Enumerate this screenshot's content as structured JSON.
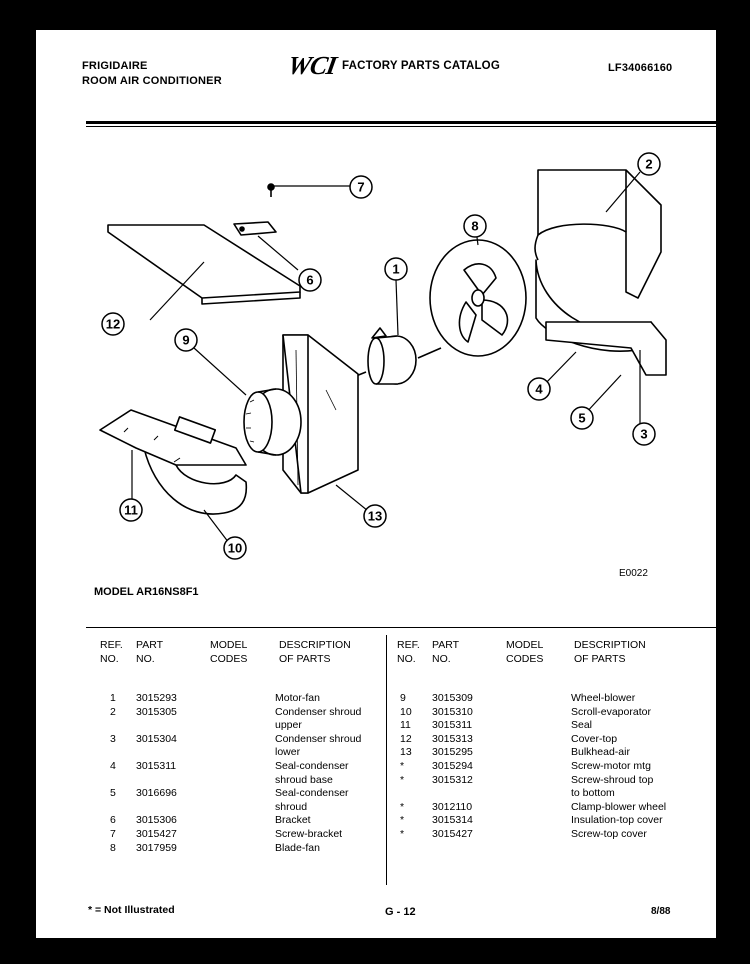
{
  "header": {
    "brand": "FRIGIDAIRE",
    "product": "ROOM AIR CONDITIONER",
    "logo": "WCI",
    "catalog_title": "FACTORY PARTS CATALOG",
    "catalog_number": "LF34066160"
  },
  "diagram": {
    "callouts": [
      "1",
      "2",
      "3",
      "4",
      "5",
      "6",
      "7",
      "8",
      "9",
      "10",
      "11",
      "12",
      "13"
    ],
    "drawing_code": "E0022"
  },
  "model": "MODEL AR16NS8F1",
  "table": {
    "headers": {
      "ref": "REF.\nNO.",
      "part": "PART\nNO.",
      "codes": "MODEL\nCODES",
      "desc": "DESCRIPTION\nOF PARTS"
    },
    "left": {
      "ref": "1\n2\n\n3\n\n4\n\n5\n\n6\n7\n8",
      "part": "3015293\n3015305\n\n3015304\n\n3015311\n\n3016696\n\n3015306\n3015427\n3017959",
      "desc": "Motor-fan\nCondenser shroud\nupper\nCondenser shroud\nlower\nSeal-condenser\nshroud base\nSeal-condenser\nshroud\nBracket\nScrew-bracket\nBlade-fan"
    },
    "right": {
      "ref": "9\n10\n11\n12\n13\n*\n*\n\n*\n*\n*",
      "part": "3015309\n3015310\n3015311\n3015313\n3015295\n3015294\n3015312\n\n3012110\n3015314\n3015427",
      "desc": "Wheel-blower\nScroll-evaporator\nSeal\nCover-top\nBulkhead-air\nScrew-motor mtg\nScrew-shroud top\nto bottom\nClamp-blower wheel\nInsulation-top cover\nScrew-top cover"
    }
  },
  "footer": {
    "note": "* = Not Illustrated",
    "page": "G - 12",
    "date": "8/88"
  }
}
